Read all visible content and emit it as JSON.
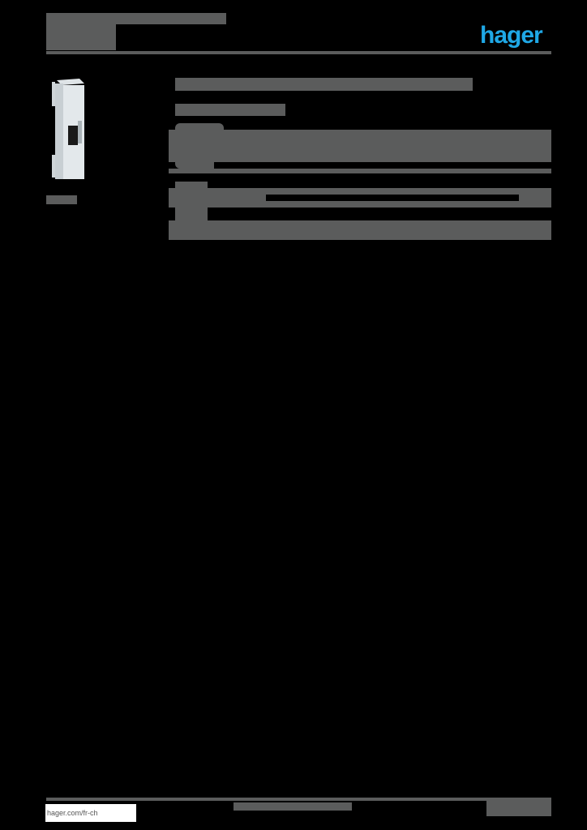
{
  "header": {
    "title_lines": [
      "",
      "",
      ""
    ],
    "brand": {
      "logo_text": "hager",
      "color": "#1fa8e6"
    }
  },
  "product": {
    "image_label": "product-image",
    "caption": ""
  },
  "main": {
    "heading": "",
    "subheading": "",
    "spec_blocks": [
      {
        "icon": "product-feature-icon",
        "rows": [
          "",
          ""
        ]
      },
      {
        "icon": "product-feature-icon",
        "rows": [
          "",
          ""
        ]
      }
    ]
  },
  "footer": {
    "url": "hager.com/fr-ch",
    "center_text": "",
    "right_text": ""
  },
  "colors": {
    "text_gray": "#5b5c5c",
    "brand_blue": "#1fa8e6",
    "background": "#000000"
  }
}
